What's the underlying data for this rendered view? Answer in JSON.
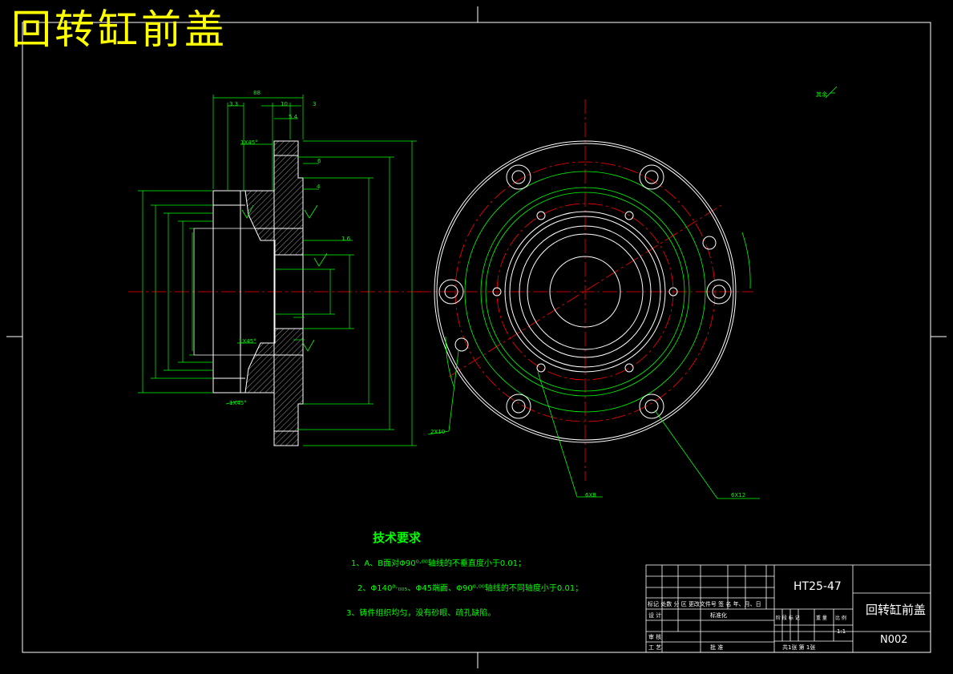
{
  "title": "回转缸前盖",
  "technical_requirements": {
    "heading": "技术要求",
    "items": [
      "1、A、B面对Φ90⁰·⁰⁰轴线的不垂直度小于0.01；",
      "2、Φ140⁰·₀₀₅、Φ45端面、Φ90⁰·⁰⁰轴线的不同轴度小于0.01；",
      "3、铸件组织均匀，没有砂眼、疏孔缺陷。"
    ]
  },
  "title_block": {
    "material": "HT25-47",
    "part_name": "回转缸前盖",
    "drawing_no": "N002",
    "scale_value": "1:1",
    "headers_row": [
      "标记",
      "处数",
      "分 区",
      "更改文件号",
      "签 名",
      "年、月、日"
    ],
    "design_label": "设 计",
    "review_label": "审 核",
    "process_label": "工 艺",
    "approve_label": "批 准",
    "standardize_label": "标准化",
    "stage_mark_label": "阶 段 标 记",
    "weight_label": "重 量",
    "scale_label": "比 例",
    "sheets_label": "共1张   第   1张"
  },
  "annotations": {
    "chamfer_1": "1X45°",
    "chamfer_2": "1X45°",
    "chamfer_3": "1X45°",
    "holes_6": "6X8",
    "holes_6b": "6X12",
    "holes_2": "2X10",
    "roughness_rest": "其余",
    "dim_88": "88",
    "dim_3": "3",
    "dim_3_3": "3.3",
    "dim_10": "10",
    "dim_5_4": "5.4",
    "dim_4": "4",
    "dim_6": "6",
    "dim_1_6": "1.6"
  }
}
